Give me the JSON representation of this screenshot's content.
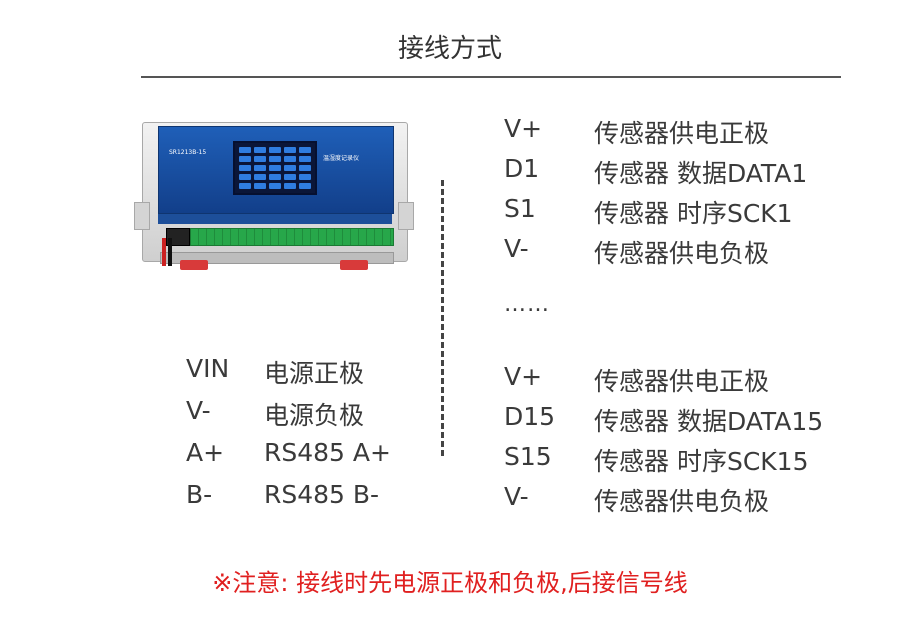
{
  "title": "接线方式",
  "device": {
    "model": "SR1213B-15",
    "label": "温湿度记录仪"
  },
  "left_pins": [
    {
      "pin": "VIN",
      "desc": "电源正极"
    },
    {
      "pin": "V-",
      "desc": "电源负极"
    },
    {
      "pin": "A+",
      "desc": "RS485 A+"
    },
    {
      "pin": "B-",
      "desc": "RS485 B-"
    }
  ],
  "right_pins_top": [
    {
      "pin": "V+",
      "desc": "传感器供电正极"
    },
    {
      "pin": "D1",
      "desc": "传感器 数据DATA1"
    },
    {
      "pin": "S1",
      "desc": "传感器 时序SCK1"
    },
    {
      "pin": "V-",
      "desc": "传感器供电负极"
    }
  ],
  "ellipsis": "……",
  "right_pins_bottom": [
    {
      "pin": "V+",
      "desc": "传感器供电正极"
    },
    {
      "pin": "D15",
      "desc": "传感器 数据DATA15"
    },
    {
      "pin": "S15",
      "desc": "传感器 时序SCK15"
    },
    {
      "pin": "V-",
      "desc": "传感器供电负极"
    }
  ],
  "note": "※注意: 接线时先电源正极和负极,后接信号线"
}
